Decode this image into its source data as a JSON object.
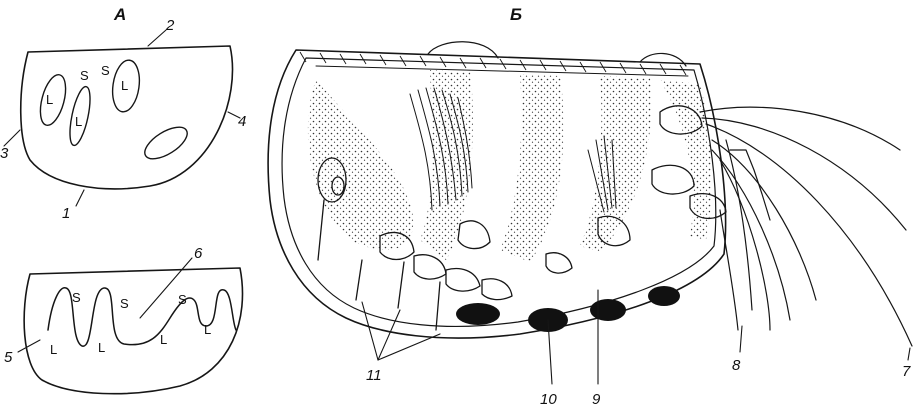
{
  "panels": {
    "a": "А",
    "b": "Б"
  },
  "diagram_a_top": {
    "zones": [
      "L",
      "S",
      "S",
      "L",
      "L"
    ],
    "callouts": [
      "1",
      "2",
      "3",
      "4"
    ]
  },
  "diagram_a_bottom": {
    "zones": [
      "S",
      "S",
      "S",
      "L",
      "L",
      "L",
      "L"
    ],
    "callouts": [
      "5",
      "6"
    ]
  },
  "diagram_b": {
    "callouts": [
      "7",
      "8",
      "9",
      "10",
      "11"
    ]
  },
  "colors": {
    "ink": "#161616",
    "background": "#ffffff"
  }
}
